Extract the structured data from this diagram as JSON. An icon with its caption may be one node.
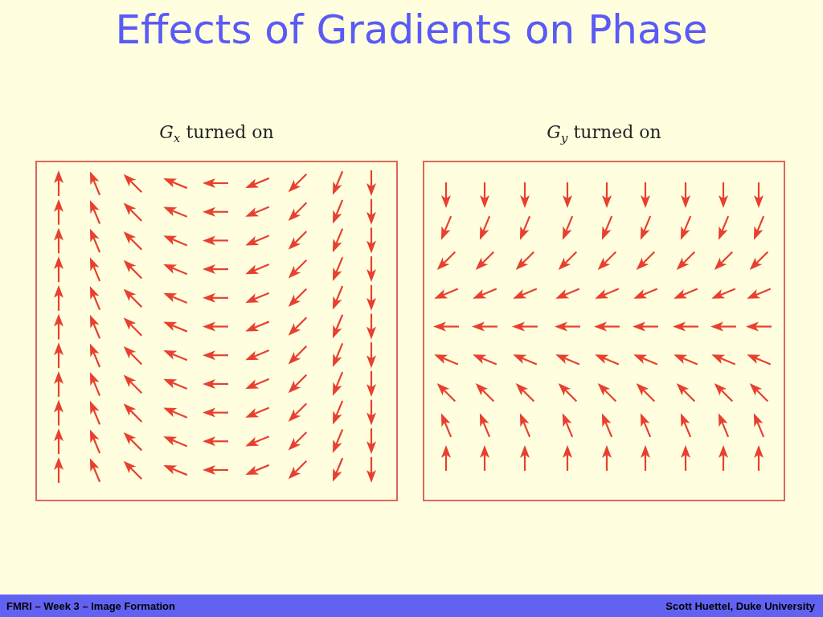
{
  "diagram": {
    "title": "Effects of Gradients on Phase",
    "nodes": [
      {
        "text": [
          "*G*$_{x}$ turned on"
        ]
      },
      {
        "text": [
          "*G*$_{y}$ turned on"
        ]
      }
    ],
    "edges": [],
    "labels": [
      "FMRI – Week 3 – Image Formation",
      "Scott Huettel, Duke University"
    ]
  }
}
